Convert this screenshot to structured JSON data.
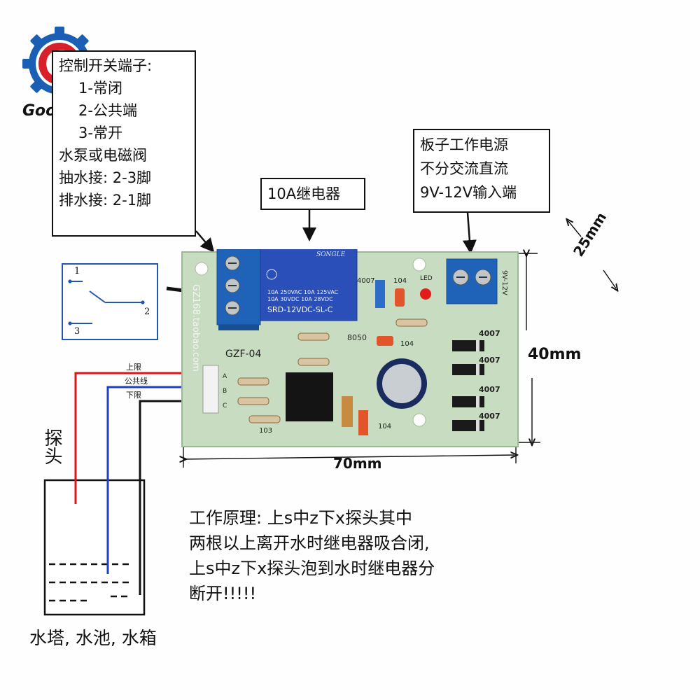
{
  "brand": {
    "name": "Goodit",
    "letter": "G",
    "color": "#d8202a",
    "gear_color": "#1b5fb4"
  },
  "callouts": {
    "terminal": {
      "lines": [
        "控制开关端子:",
        "1-常闭",
        "2-公共端",
        "3-常开",
        "水泵或电磁阀",
        "抽水接: 2-3脚",
        "排水接: 2-1脚"
      ]
    },
    "relay": {
      "text": "10A继电器"
    },
    "power": {
      "lines": [
        "板子工作电源",
        "不分交流直流",
        "9V-12V输入端"
      ]
    }
  },
  "switch_diagram": {
    "pin1": "1",
    "pin2": "2",
    "pin3": "3"
  },
  "probe_wires": {
    "upper": "上限",
    "common": "公共线",
    "lower": "下限",
    "upper_color": "#e0141b",
    "common_color": "#1f3fc4",
    "lower_color": "#111111"
  },
  "board": {
    "model": "GZF-04",
    "shop": "GZ168.taobao.com",
    "relay_brand": "SONGLE",
    "relay_spec1": "10A 250VAC  10A 125VAC",
    "relay_spec2": "10A 30VDC  10A 28VDC",
    "relay_model": "SRD-12VDC-SL-C",
    "power_label": "9V-12V",
    "led_label": "LED",
    "cap_104_a": "104",
    "cap_104_b": "104",
    "cap_104_c": "104",
    "transistor": "8050",
    "diode_4007_small": "4007",
    "diode_labels": [
      "4007",
      "4007",
      "4007",
      "4007"
    ],
    "pot_label": "103",
    "abc": [
      "A",
      "B",
      "C"
    ],
    "pcb_color": "#c7dcc0",
    "terminal_color": "#1f63b8"
  },
  "dimensions": {
    "width": "70mm",
    "height": "40mm",
    "depth": "25mm"
  },
  "probe_title": "探头",
  "tank_caption": "水塔, 水池, 水箱",
  "principle": {
    "lines": [
      "工作原理: 上s中z下x探头其中",
      "两根以上离开水时继电器吸合闭,",
      "上s中z下x探头泡到水时继电器分",
      "断开!!!!!"
    ]
  }
}
